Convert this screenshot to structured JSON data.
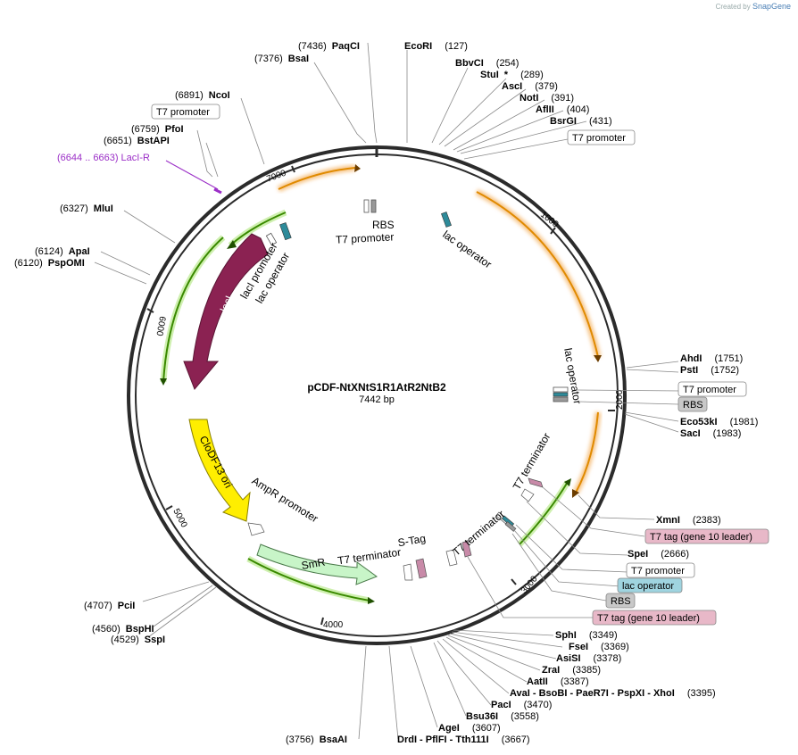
{
  "brand": {
    "created_by": "Created by",
    "logo_text": "SnapGene"
  },
  "plasmid": {
    "name": "pCDF-NtXNtS1R1AtR2NtB2",
    "size": "7442 bp"
  },
  "ticks": [
    "1000",
    "2000",
    "3000",
    "4000",
    "5000",
    "6000",
    "7000"
  ],
  "enzymes_top": [
    {
      "pos": "(7436)",
      "name": "PaqCI"
    },
    {
      "pos": "(7376)",
      "name": "BsaI"
    },
    {
      "pos": "(6891)",
      "name": "NcoI"
    },
    {
      "pos": "(6759)",
      "name": "PfoI"
    },
    {
      "pos": "(6651)",
      "name": "BstAPI"
    },
    {
      "pos": "(6327)",
      "name": "MluI"
    },
    {
      "pos": "(6124)",
      "name": "ApaI"
    },
    {
      "pos": "(6120)",
      "name": "PspOMI"
    },
    {
      "pos": "(4707)",
      "name": "PciI"
    },
    {
      "pos": "(4560)",
      "name": "BspHI"
    },
    {
      "pos": "(4529)",
      "name": "SspI"
    },
    {
      "pos": "(3756)",
      "name": "BsaAI"
    }
  ],
  "enzymes_right": [
    {
      "name": "EcoRI",
      "pos": "(127)"
    },
    {
      "name": "BbvCI",
      "pos": "(254)"
    },
    {
      "name": "StuI",
      "star": "*",
      "pos": "(289)"
    },
    {
      "name": "AscI",
      "pos": "(379)"
    },
    {
      "name": "NotI",
      "pos": "(391)"
    },
    {
      "name": "AflII",
      "pos": "(404)"
    },
    {
      "name": "BsrGI",
      "pos": "(431)"
    },
    {
      "name": "AhdI",
      "pos": "(1751)"
    },
    {
      "name": "PstI",
      "pos": "(1752)"
    },
    {
      "name": "Eco53kI",
      "pos": "(1981)"
    },
    {
      "name": "SacI",
      "pos": "(1983)"
    },
    {
      "name": "XmnI",
      "pos": "(2383)"
    },
    {
      "name": "SpeI",
      "pos": "(2666)"
    },
    {
      "name": "SphI",
      "pos": "(3349)"
    },
    {
      "name": "FseI",
      "pos": "(3369)"
    },
    {
      "name": "AsiSI",
      "pos": "(3378)"
    },
    {
      "name": "ZraI",
      "pos": "(3385)"
    },
    {
      "name": "AatII",
      "pos": "(3387)"
    },
    {
      "name": "AvaI - BsoBI - PaeR7I - PspXI - XhoI",
      "pos": "(3395)"
    },
    {
      "name": "PacI",
      "pos": "(3470)"
    },
    {
      "name": "Bsu36I",
      "pos": "(3558)"
    },
    {
      "name": "AgeI",
      "pos": "(3607)"
    },
    {
      "name": "DrdI - PflFI - Tth111I",
      "pos": "(3667)"
    }
  ],
  "primer": {
    "label": "(6644 .. 6663)  LacI-R",
    "color": "#9b2fc7"
  },
  "boxed_labels": [
    {
      "text": "T7 promoter",
      "kind": "promoter"
    },
    {
      "text": "T7 promoter",
      "kind": "promoter"
    },
    {
      "text": "T7 promoter",
      "kind": "promoter"
    },
    {
      "text": "RBS",
      "kind": "rbs"
    },
    {
      "text": "T7 tag (gene 10 leader)",
      "kind": "tag"
    },
    {
      "text": "T7 promoter",
      "kind": "promoter"
    },
    {
      "text": "lac operator",
      "kind": "operator"
    },
    {
      "text": "RBS",
      "kind": "rbs"
    },
    {
      "text": "T7 tag (gene 10 leader)",
      "kind": "tag"
    }
  ],
  "features": {
    "lacI": "lacI",
    "clodf": "CloDF13 ori",
    "smr": "SmR",
    "ampr_promoter": "AmpR promoter",
    "laci_promoter": "lacI promoter",
    "lac_operator": "lac operator",
    "rbs": "RBS",
    "t7_promoter": "T7 promoter",
    "t7_terminator": "T7 terminator",
    "stag": "S-Tag"
  },
  "colors": {
    "backbone": "#2b2b2b",
    "lacI": "#8b2252",
    "clodf": "#ffee00",
    "smr": "#c8f5c8",
    "orf_orange": "#e08a00",
    "orf_green": "#3a8a00",
    "promoter_box": "#ffffff",
    "rbs_box": "#c8c8c8",
    "tag_box": "#e8b8c8",
    "operator_box": "#9fd4e0"
  }
}
